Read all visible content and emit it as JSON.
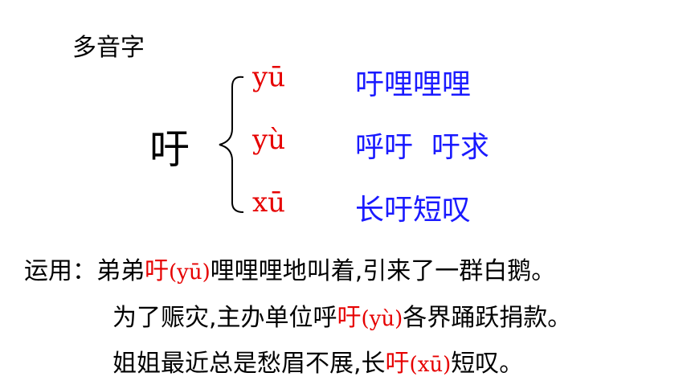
{
  "title": "多音字",
  "main_char": "吁",
  "readings": [
    {
      "pinyin": "yū",
      "word": "吁哩哩哩"
    },
    {
      "pinyin": "yù",
      "word": "呼吁  吁求"
    },
    {
      "pinyin": "xū",
      "word": "长吁短叹"
    }
  ],
  "usage": {
    "label": "运用：",
    "s1": {
      "pre": "弟弟",
      "ch": "吁",
      "py": "(yū)",
      "post": "哩哩哩地叫着,引来了一群白鹅。"
    },
    "s2": {
      "pre": "为了赈灾,主办单位呼",
      "ch": "吁",
      "py": "(yù)",
      "post": "各界踊跃捐款。"
    },
    "s3": {
      "pre": "姐姐最近总是愁眉不展,长",
      "ch": "吁",
      "py": "(xū)",
      "post": "短叹。"
    }
  },
  "colors": {
    "pinyin": "#e60000",
    "word": "#1a1aff",
    "text": "#000000"
  }
}
